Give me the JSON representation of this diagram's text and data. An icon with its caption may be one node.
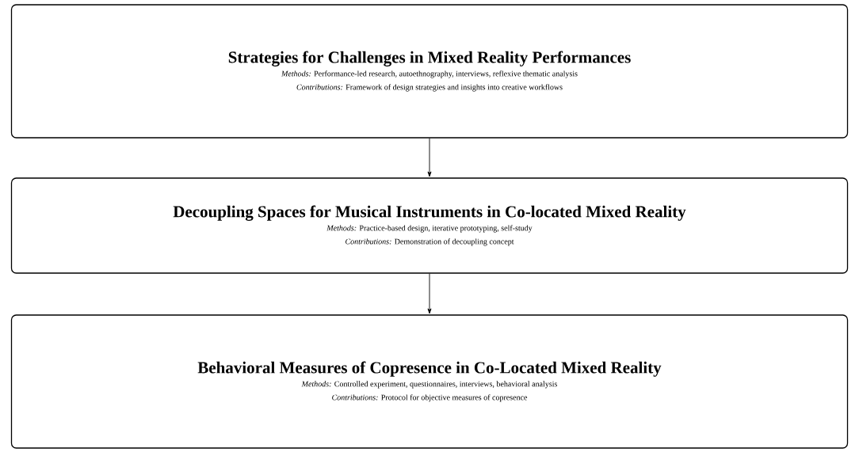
{
  "diagram": {
    "nodes": [
      {
        "text": [
          "Strategies for Challenges in Mixed Reality Performances",
          "*Methods:* Performance-led research, autoethnography, interviews, reflexive thematic analysis",
          "*Contributions:* Framework of design strategies and insights into creative workflows"
        ]
      },
      {
        "text": [
          "Decoupling Spaces for Musical Instruments in Co-located Mixed Reality",
          "*Methods:* Practice-based design, iterative prototyping, self-study",
          "*Contributions:* Demonstration of decoupling concept"
        ]
      },
      {
        "text": [
          "Behavioral Measures of Copresence in Co-Located Mixed Reality",
          "*Methods:* Controlled experiment, questionnaires, interviews, behavioral analysis",
          "*Contributions:* Protocol for objective measures of copresence"
        ]
      }
    ],
    "edges": [
      {
        "from": 0,
        "to": 1,
        "arrow": "to"
      },
      {
        "from": 1,
        "to": 2,
        "arrow": "to"
      }
    ]
  }
}
